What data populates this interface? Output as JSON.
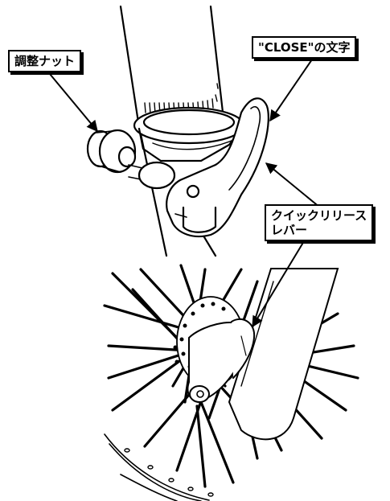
{
  "labels": {
    "adjust_nut": "調整ナット",
    "close_mark": "\"CLOSE\"の文字",
    "quick_release_line1": "クイックリリース",
    "quick_release_line2": "レバー"
  },
  "colors": {
    "ink": "#000000",
    "paper": "#ffffff"
  }
}
